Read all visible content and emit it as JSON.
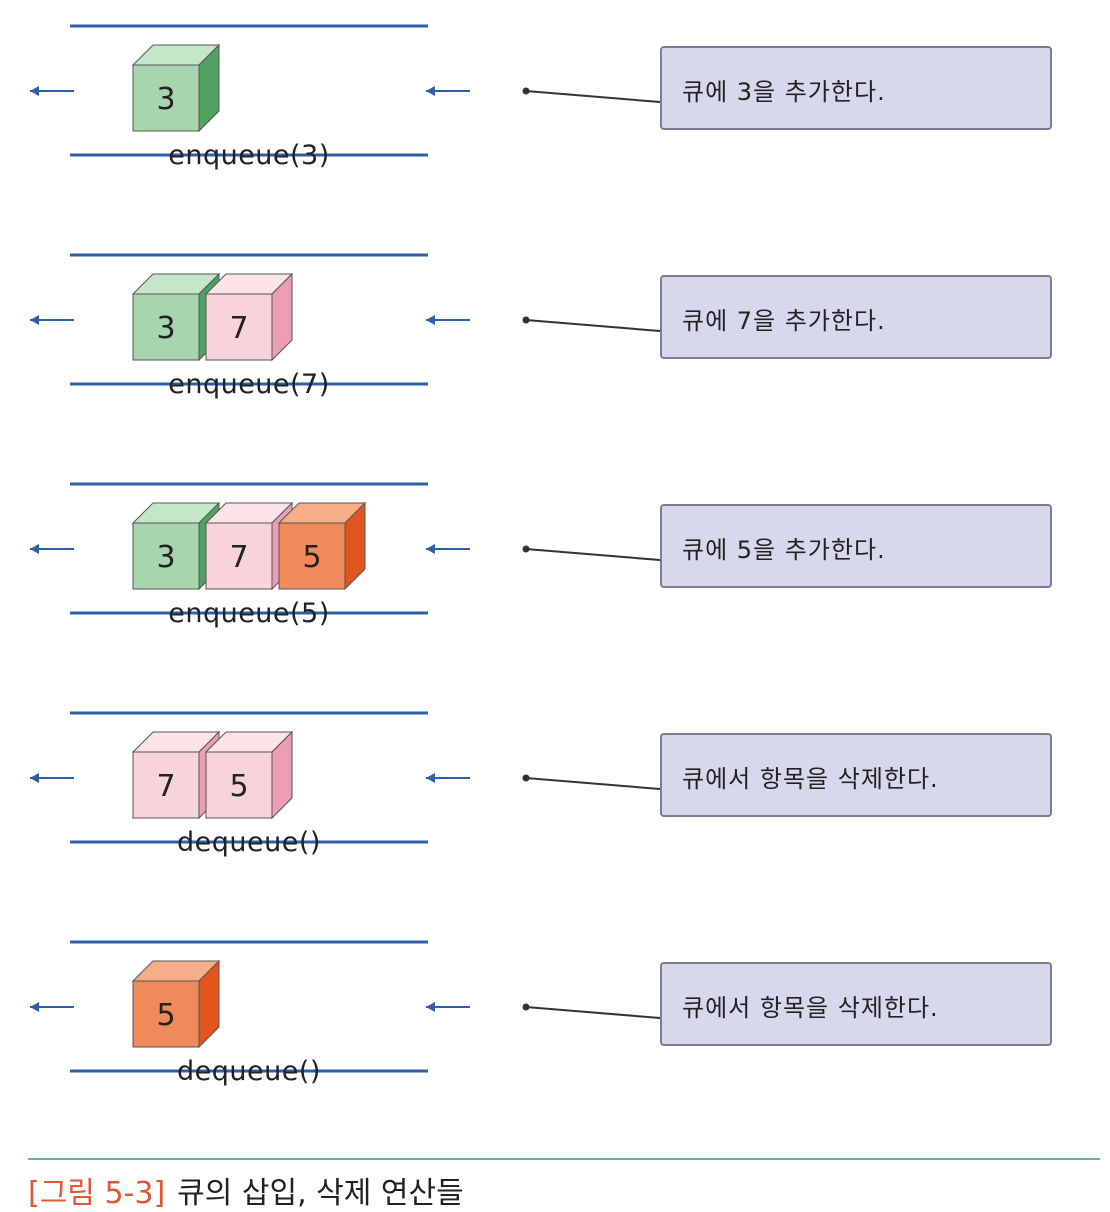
{
  "rows": [
    {
      "operation": "enqueue(3)",
      "callout": "큐에 3을 추가한다.",
      "items": [
        {
          "value": "3",
          "color": "green"
        }
      ]
    },
    {
      "operation": "enqueue(7)",
      "callout": "큐에 7을 추가한다.",
      "items": [
        {
          "value": "3",
          "color": "green"
        },
        {
          "value": "7",
          "color": "pink"
        }
      ]
    },
    {
      "operation": "enqueue(5)",
      "callout": "큐에 5을 추가한다.",
      "items": [
        {
          "value": "3",
          "color": "green"
        },
        {
          "value": "7",
          "color": "pink"
        },
        {
          "value": "5",
          "color": "orange"
        }
      ]
    },
    {
      "operation": "dequeue()",
      "callout": "큐에서 항목을 삭제한다.",
      "items": [
        {
          "value": "7",
          "color": "pink"
        },
        {
          "value": "5",
          "color": "pink"
        }
      ]
    },
    {
      "operation": "dequeue()",
      "callout": "큐에서 항목을 삭제한다.",
      "items": [
        {
          "value": "5",
          "color": "orange"
        }
      ]
    }
  ],
  "caption": {
    "number": "[그림 5-3]",
    "text": "큐의 삽입, 삭제 연산들"
  },
  "colors": {
    "rail": "#2f5fa8",
    "arrow": "#2f5fa8",
    "leader": "#333333",
    "green": {
      "front": "#a8d5ae",
      "top": "#c6e6ca",
      "side": "#4fa260"
    },
    "pink": {
      "front": "#f7d3da",
      "top": "#fbe3e8",
      "side": "#ec9fb2"
    },
    "orange": {
      "front": "#f08a5a",
      "top": "#f5ae88",
      "side": "#e0561e"
    }
  }
}
